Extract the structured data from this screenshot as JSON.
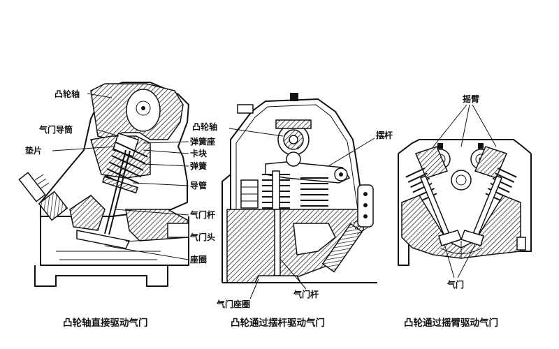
{
  "panel_left": {
    "labels": {
      "camshaft": "凸轮轴",
      "valve_guide_tube": "气门导筒",
      "shim": "垫片",
      "spring_seat": "弹簧座",
      "retainer": "卡块",
      "spring": "弹簧",
      "guide": "导管",
      "valve_stem": "气门杆",
      "valve_head": "气门头",
      "seat_ring": "座圈"
    },
    "caption": "凸轮轴直接驱动气门"
  },
  "panel_middle": {
    "labels": {
      "camshaft": "凸轮轴",
      "rocker_lever": "摆杆",
      "valve_seat_ring": "气门座圈",
      "valve_stem": "气门杆"
    },
    "caption": "凸轮通过摆杆驱动气门"
  },
  "panel_right": {
    "labels": {
      "rocker_arm": "摇臂",
      "valve": "气门"
    },
    "caption": "凸轮通过摇臂驱动气门"
  }
}
